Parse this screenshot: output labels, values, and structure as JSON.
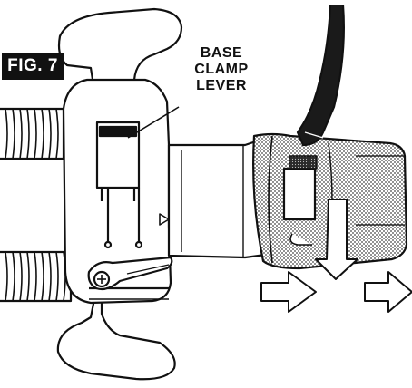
{
  "figure": {
    "label": "FIG. 7",
    "callout_lines": [
      "BASE",
      "CLAMP",
      "LEVER"
    ]
  },
  "colors": {
    "ink": "#111111",
    "screen_tone": "#8a8a8a",
    "paper": "#ffffff"
  },
  "icons": [
    "triangle-indicator-icon",
    "right-arrow-icon",
    "down-arrow-icon",
    "screw-icon"
  ]
}
